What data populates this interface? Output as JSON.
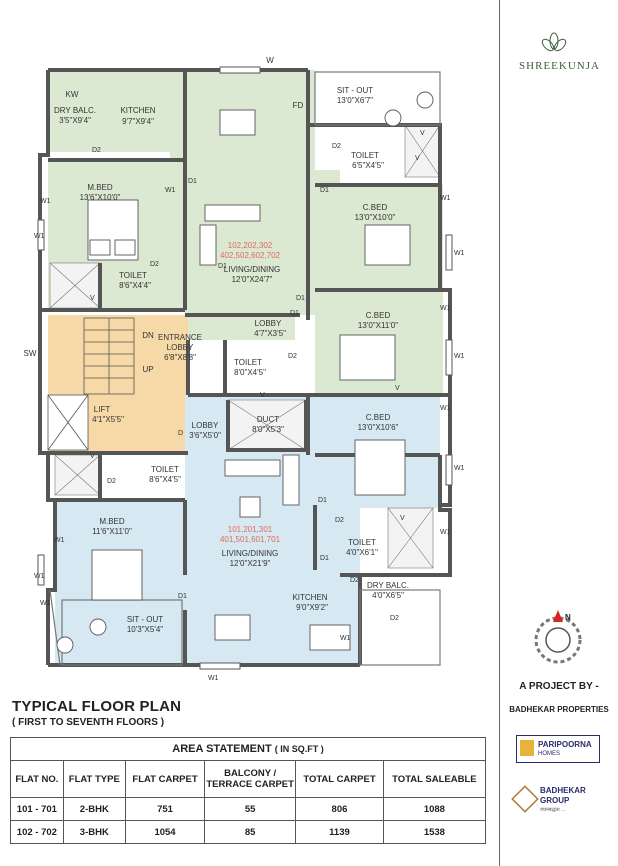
{
  "brand": "SHREEKUNJA",
  "plan_title": "TYPICAL FLOOR PLAN",
  "plan_subtitle": "( FIRST TO SEVENTH FLOORS )",
  "compass_letter": "N",
  "project_by": "A PROJECT BY -",
  "developer": "BADHEKAR PROPERTIES",
  "partner_logos": [
    {
      "name": "PARIPOORNA",
      "sub": "HOMES"
    },
    {
      "name": "BADHEKAR",
      "line2": "GROUP",
      "tagline": "वचनबद्धता ..."
    }
  ],
  "area_statement": {
    "title": "AREA STATEMENT",
    "unit": "( IN SQ.FT )",
    "headers": [
      "FLAT NO.",
      "FLAT TYPE",
      "FLAT CARPET",
      "BALCONY / TERRACE CARPET",
      "TOTAL CARPET",
      "TOTAL SALEABLE"
    ],
    "rows": [
      [
        "101 - 701",
        "2-BHK",
        "751",
        "55",
        "806",
        "1088"
      ],
      [
        "102 - 702",
        "3-BHK",
        "1054",
        "85",
        "1139",
        "1538"
      ]
    ]
  },
  "rooms": {
    "kw": "KW",
    "dry_balc_top": [
      "DRY BALC.",
      "3'5\"X9'4\""
    ],
    "kitchen_top": [
      "KITCHEN",
      "9'7\"X9'4\""
    ],
    "w_top": "W",
    "fd": "FD",
    "sitout_top": [
      "SIT - OUT",
      "13'0\"X6'7\""
    ],
    "toilet_tr": [
      "TOILET",
      "6'5\"X4'5\""
    ],
    "mbed_top": [
      "M.BED",
      "13'6\"X10'0\""
    ],
    "cbed_1": [
      "C.BED",
      "13'0\"X10'0\""
    ],
    "flat_no_top": [
      "102,202,302",
      "402,502,602,702"
    ],
    "living_top": [
      "LIVING/DINING",
      "12'0\"X24'7\""
    ],
    "toilet_tl": [
      "TOILET",
      "8'6\"X4'4\""
    ],
    "cbed_2": [
      "C.BED",
      "13'0\"X11'0\""
    ],
    "lobby_small": [
      "LOBBY",
      "4'7\"X3'5\""
    ],
    "sw": "SW",
    "entrance": [
      "ENTRANCE",
      "LOBBY",
      "6'8\"X8'8\""
    ],
    "dn": "DN",
    "up": "UP",
    "toilet_c": [
      "TOILET",
      "8'0\"X4'5\""
    ],
    "lift": [
      "LIFT",
      "4'1\"X5'5\""
    ],
    "lobby_2": [
      "LOBBY",
      "3'6\"X5'0\""
    ],
    "duct": [
      "DUCT",
      "8'0\"X5'3\""
    ],
    "cbed_3": [
      "C.BED",
      "13'0\"X10'6\""
    ],
    "toilet_bl": [
      "TOILET",
      "8'6\"X4'5\""
    ],
    "mbed_bottom": [
      "M.BED",
      "11'6\"X11'0\""
    ],
    "flat_no_bottom": [
      "101,201,301",
      "401,501,601,701"
    ],
    "living_bottom": [
      "LIVING/DINING",
      "12'0\"X21'9\""
    ],
    "toilet_br": [
      "TOILET",
      "4'0\"X6'1\""
    ],
    "dry_balc_bottom": [
      "DRY BALC.",
      "4'0\"X6'5\""
    ],
    "kitchen_bottom": [
      "KITCHEN",
      "9'0\"X9'2\""
    ],
    "sitout_bottom": [
      "SIT - OUT",
      "10'3\"X5'4\""
    ],
    "door_labels": [
      "D2",
      "D1",
      "D1",
      "D2",
      "D1",
      "D1",
      "D2",
      "D2",
      "D",
      "D2",
      "D1",
      "D1",
      "D2",
      "D1",
      "D2",
      "D2",
      "D1"
    ],
    "window_labels": [
      "W1",
      "W1",
      "W1",
      "W1",
      "W1",
      "W1",
      "W1",
      "W1",
      "W1",
      "W1",
      "W1",
      "W1",
      "W1",
      "W1",
      "W1"
    ],
    "v_labels": [
      "V",
      "V",
      "V",
      "V",
      "V",
      "V",
      "V"
    ]
  },
  "colors": {
    "green_flat": "#dbe8d2",
    "blue_flat": "#d6e9f3",
    "core": "#f7d9a8",
    "wall": "#555555",
    "flat_no_text": "#e06a5a"
  }
}
